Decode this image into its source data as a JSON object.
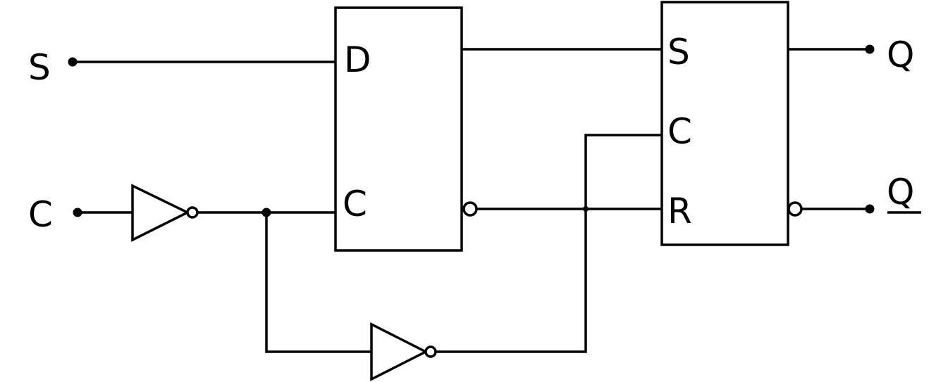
{
  "inputs": {
    "s": "S",
    "c": "C"
  },
  "outputs": {
    "q": "Q",
    "q_bar": "Q"
  },
  "d_latch": {
    "d_label": "D",
    "c_label": "C"
  },
  "sr_latch": {
    "s_label": "S",
    "c_label": "C",
    "r_label": "R"
  },
  "colors": {
    "stroke": "#000000",
    "background": "#ffffff"
  }
}
